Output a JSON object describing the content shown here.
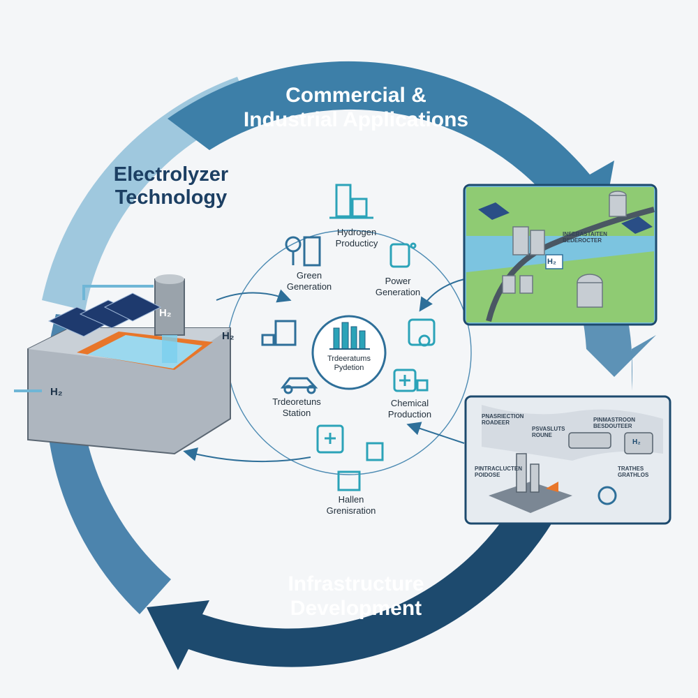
{
  "cycle": {
    "commercial": {
      "line1": "Commercial &",
      "line2": "Industrial Applications"
    },
    "electrolyzer": {
      "line1": "Electrolyzer",
      "line2": "Technology"
    },
    "infrastructure": {
      "line1": "Infrastructure",
      "line2": "Development"
    }
  },
  "center": {
    "line1": "Trdeeratums",
    "line2": "Pydetion"
  },
  "nodes": [
    {
      "line1": "Hydrogen",
      "line2": "Producticy"
    },
    {
      "line1": "Power",
      "line2": "Generation"
    },
    {
      "line1": "Chemical",
      "line2": "Production"
    },
    {
      "line1": "Hallen",
      "line2": "Grenisration"
    },
    {
      "line1": "Trdeoretuns",
      "line2": "Station"
    },
    {
      "line1": "Green",
      "line2": "Generation"
    }
  ],
  "electrolyzer_labels": {
    "tank": "H₂",
    "side": "H₂",
    "outlet": "H₂"
  },
  "panel_top": {
    "label": "H₂",
    "tag": "INSERASTAITEN BEDEROCTER"
  },
  "panel_bottom": {
    "tags": [
      "PNASRIECTION ROADEER",
      "PSVASLUTS ROUNE",
      "PINMASTROON BESDOUTEER",
      "PINTRACLUCTEN POIDOSE",
      "TRATHES GRATHLOS"
    ],
    "label": "H₂"
  },
  "colors": {
    "ring_dark": "#1d4a6e",
    "ring_mid": "#2f6d97",
    "ring_light": "#9fc8de",
    "accent": "#2ba3b8",
    "orange": "#e8762a"
  }
}
